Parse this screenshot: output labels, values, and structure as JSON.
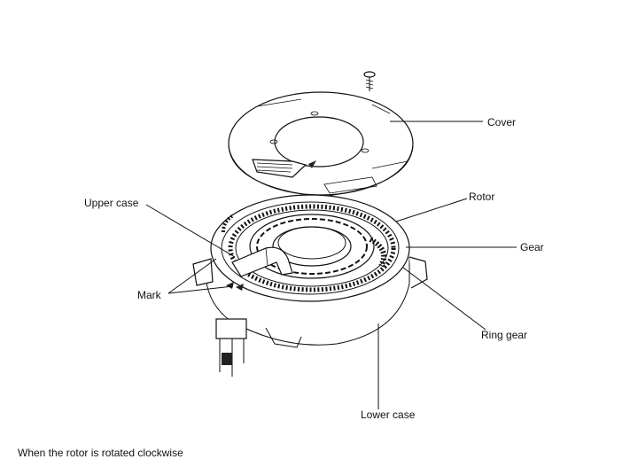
{
  "labels": {
    "cover": "Cover",
    "rotor": "Rotor",
    "gear": "Gear",
    "upper_case": "Upper case",
    "mark": "Mark",
    "ring_gear": "Ring gear",
    "lower_case": "Lower case"
  },
  "caption": "When the rotor is rotated clockwise"
}
